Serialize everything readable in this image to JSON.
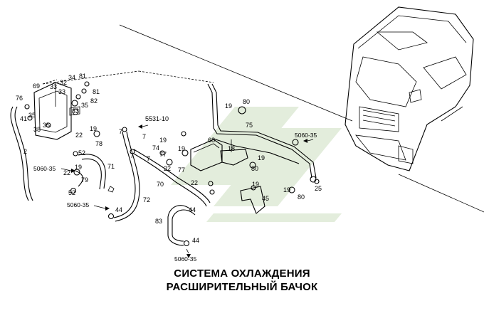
{
  "title": {
    "line1": "СИСТЕМА ОХЛАЖДЕНИЯ",
    "line2": "РАСШИРИТЕЛЬНЫЙ БАЧОК"
  },
  "callouts": [
    {
      "id": "c-2",
      "text": "2"
    },
    {
      "id": "c-76",
      "text": "76"
    },
    {
      "id": "c-69",
      "text": "69"
    },
    {
      "id": "c-33a",
      "text": "33"
    },
    {
      "id": "c-32",
      "text": "32"
    },
    {
      "id": "c-34",
      "text": "34"
    },
    {
      "id": "c-81a",
      "text": "81"
    },
    {
      "id": "c-33b",
      "text": "33"
    },
    {
      "id": "c-81b",
      "text": "81"
    },
    {
      "id": "c-82",
      "text": "82"
    },
    {
      "id": "c-33c",
      "text": "33"
    },
    {
      "id": "c-35a",
      "text": "35"
    },
    {
      "id": "c-41",
      "text": "41"
    },
    {
      "id": "c-35b",
      "text": "35"
    },
    {
      "id": "c-38",
      "text": "38"
    },
    {
      "id": "c-35c",
      "text": "35"
    },
    {
      "id": "c-22a",
      "text": "22"
    },
    {
      "id": "c-19a",
      "text": "19"
    },
    {
      "id": "c-78",
      "text": "78"
    },
    {
      "id": "c-52a",
      "text": "52"
    },
    {
      "id": "c-71",
      "text": "71"
    },
    {
      "id": "c-19b",
      "text": "19"
    },
    {
      "id": "c-22b",
      "text": "22"
    },
    {
      "id": "c-79",
      "text": "79"
    },
    {
      "id": "c-52b",
      "text": "52"
    },
    {
      "id": "c-44a",
      "text": "44"
    },
    {
      "id": "c-5531",
      "text": "5531-10"
    },
    {
      "id": "c-7a",
      "text": "7"
    },
    {
      "id": "c-7b",
      "text": "7"
    },
    {
      "id": "c-7c",
      "text": "7"
    },
    {
      "id": "c-19c",
      "text": "19"
    },
    {
      "id": "c-74",
      "text": "74"
    },
    {
      "id": "c-75-7",
      "text": "7"
    },
    {
      "id": "c-77a",
      "text": "77"
    },
    {
      "id": "c-22c",
      "text": "22"
    },
    {
      "id": "c-19d",
      "text": "19"
    },
    {
      "id": "c-77b",
      "text": "77"
    },
    {
      "id": "c-68",
      "text": "68"
    },
    {
      "id": "c-18",
      "text": "18"
    },
    {
      "id": "c-19e",
      "text": "19"
    },
    {
      "id": "c-80a",
      "text": "80"
    },
    {
      "id": "c-75",
      "text": "75"
    },
    {
      "id": "c-70",
      "text": "70"
    },
    {
      "id": "c-22d",
      "text": "22"
    },
    {
      "id": "c-72",
      "text": "72"
    },
    {
      "id": "c-83",
      "text": "83"
    },
    {
      "id": "c-44b",
      "text": "44"
    },
    {
      "id": "c-44c",
      "text": "44"
    },
    {
      "id": "c-19f",
      "text": "19"
    },
    {
      "id": "c-80b",
      "text": "80"
    },
    {
      "id": "c-19g",
      "text": "19"
    },
    {
      "id": "c-45",
      "text": "45"
    },
    {
      "id": "c-19h",
      "text": "19"
    },
    {
      "id": "c-80c",
      "text": "80"
    },
    {
      "id": "c-25",
      "text": "25"
    }
  ],
  "references": [
    {
      "id": "r-5060-a",
      "text": "5060-35"
    },
    {
      "id": "r-5060-b",
      "text": "5060-35"
    },
    {
      "id": "r-5060-c",
      "text": "5060-35"
    },
    {
      "id": "r-5060-d",
      "text": "5060-35"
    }
  ]
}
